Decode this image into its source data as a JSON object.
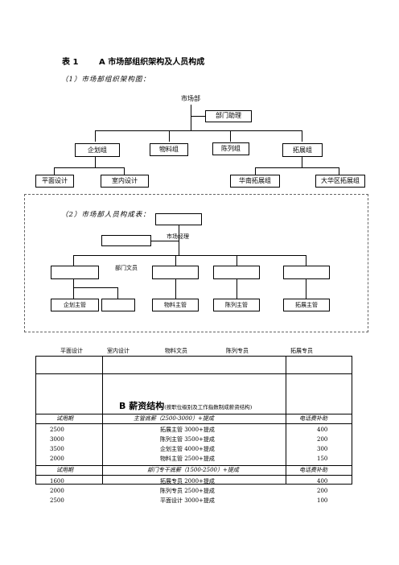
{
  "heading": {
    "table_no": "表 1",
    "title": "A 市场部组织架构及人员构成",
    "part1": "（1）市场部组织架构图：",
    "part2": "（2）市场部人员构成表："
  },
  "org": {
    "root": "市场部",
    "assistant": "部门助理",
    "groups": [
      "企划组",
      "物料组",
      "陈列组",
      "拓展组"
    ],
    "subunits": [
      "平面设计",
      "室内设计",
      "华南拓展组",
      "大华区拓展组"
    ]
  },
  "staff": {
    "manager": "市场经理",
    "clerk": "部门文员",
    "leads": [
      "企划主管",
      "物料主管",
      "陈列主管",
      "拓展主管"
    ],
    "specialists": [
      "平面设计",
      "室内设计",
      "物料文员",
      "陈列专员",
      "拓展专员"
    ]
  },
  "salary": {
    "title": "B 薪资结构",
    "note": "(按职位级别及工作指数制成薪资结构)",
    "sections": [
      {
        "header": [
          "试用期",
          "主管底薪（2500-3000）+提成",
          "电话费补助"
        ],
        "rows": [
          [
            "2500",
            "拓展主管 3000+提成",
            "400"
          ],
          [
            "3000",
            "陈列主管 3500+提成",
            "200"
          ],
          [
            "3500",
            "企划主管 4000+提成",
            "300"
          ],
          [
            "2000",
            "物料主管 2500+提成",
            "150"
          ]
        ]
      },
      {
        "header": [
          "试用期",
          "部门专干底薪（1500-2500）+提成",
          "电话费补助"
        ],
        "rows": [
          [
            "1600",
            "拓展专员 2000+提成",
            "400"
          ],
          [
            "2000",
            "陈列专员 2500+提成",
            "200"
          ],
          [
            "2500",
            "平面设计 3000+提成",
            "100"
          ]
        ]
      }
    ]
  }
}
